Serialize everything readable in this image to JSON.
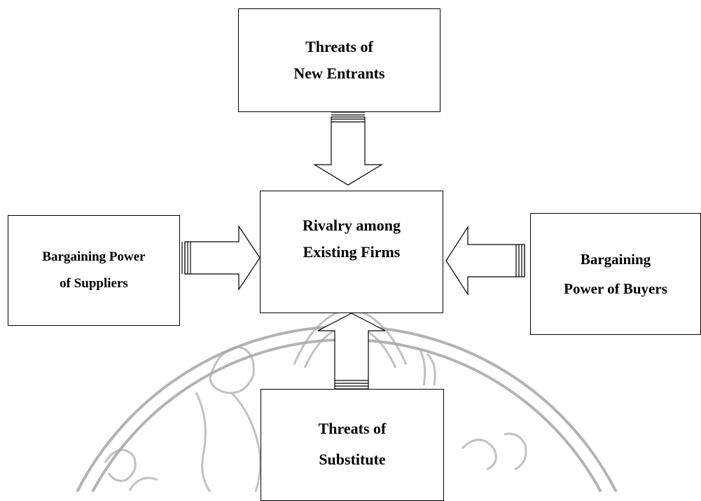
{
  "diagram": {
    "nodes": {
      "new_entrants": {
        "line1": "Threats of",
        "line2": "New Entrants"
      },
      "rivalry": {
        "line1": "Rivalry among",
        "line2": "Existing Firms"
      },
      "suppliers": {
        "line1": "Bargaining Power",
        "line2": "of Suppliers"
      },
      "buyers": {
        "line1": "Bargaining",
        "line2": "Power of Buyers"
      },
      "substitute": {
        "line1": "Threats of",
        "line2": "Substitute"
      }
    },
    "edges": [
      {
        "from": "new_entrants",
        "to": "rivalry",
        "style": "hollow-block-arrow"
      },
      {
        "from": "suppliers",
        "to": "rivalry",
        "style": "hollow-block-arrow"
      },
      {
        "from": "buyers",
        "to": "rivalry",
        "style": "hollow-block-arrow"
      },
      {
        "from": "substitute",
        "to": "rivalry",
        "style": "hollow-block-arrow"
      }
    ],
    "colors": {
      "stroke": "#000000",
      "fill": "#ffffff",
      "watermark": "#9a9a9a"
    }
  }
}
